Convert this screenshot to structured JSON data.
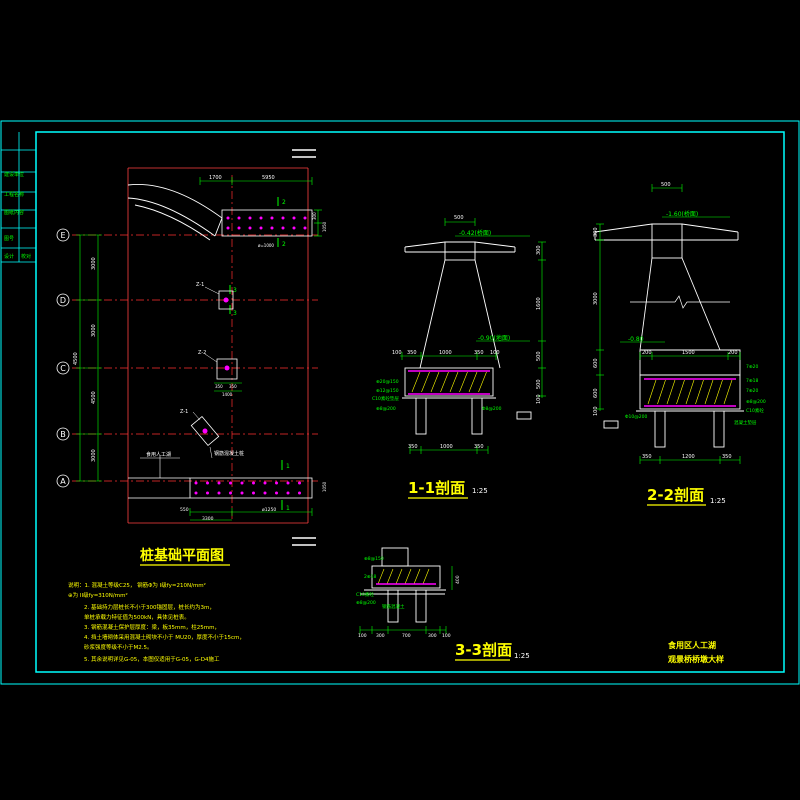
{
  "colors": {
    "background": "#000000",
    "frame": "#00ffff",
    "outline": "#ffffff",
    "axis": "#ff3030",
    "dimension": "#00ff00",
    "rebar": "#ffff00",
    "pile": "#ff00ff"
  },
  "title_block": {
    "cells": [
      "建设单位",
      "工程名称",
      "图纸内容",
      "图号",
      "设计",
      "校对"
    ]
  },
  "plan": {
    "title": "桩基础平面图",
    "axes": [
      "E",
      "D",
      "C",
      "B",
      "A"
    ],
    "axis_spacings": [
      "3000",
      "3000",
      "4500",
      "3000"
    ],
    "axis_total": "4500",
    "top_dims": [
      "1700",
      "5950"
    ],
    "bottom_dims": [
      "550",
      "3300",
      "ø1250"
    ],
    "right_dims": [
      "300",
      "1050",
      "1050"
    ],
    "pile_label": "ø=1000",
    "z_labels": [
      "Z-1",
      "Z-2",
      "Z-1"
    ],
    "section_marks": [
      "2",
      "2",
      "3",
      "3",
      "1",
      "1"
    ],
    "small_dims": [
      "350",
      "350",
      "1400"
    ],
    "notes_labels": [
      "食用人工湖",
      "钢筋混凝土桩"
    ],
    "notes": [
      "说明：1. 混凝土等级C25，  钢筋Φ为 I级fy=210N/mm²",
      "         ⊕为 II级fy=310N/mm²",
      "2. 基础持力层桩长不小于300锚固层，桩长约为3m，",
      "   单桩承载力特征值为500kN，具体见桩表。",
      "3. 钢筋混凝土保护层厚度：梁，板35mm，柱25mm，",
      "4. 挡土墙砌体采用混凝土砌块不小于 MU20，厚度不小于15cm，",
      "   砂浆强度等级不小于M2.5。",
      "5. 其余说明详见G-05，本图仅适用于G-05，G-D4施工"
    ]
  },
  "section_1": {
    "title": "1-1剖面",
    "scale": "1:25",
    "dims_top": "500",
    "level_top": "-0.42(桥面)",
    "level_mid": "-0.90(地面)",
    "dims_mid": [
      "100",
      "350",
      "1000",
      "350",
      "100"
    ],
    "dims_bottom": [
      "350",
      "1000",
      "350"
    ],
    "dims_vert": [
      "300",
      "1600",
      "500",
      "500",
      "100"
    ],
    "concrete": "C10素砼垫层",
    "rebar_labels": [
      "⊕20@150",
      "⊕12@150",
      "⊕8@200",
      "Φ8@200"
    ]
  },
  "section_2": {
    "title": "2-2剖面",
    "scale": "1:25",
    "dims_top": "500",
    "level_top": "-1.60(桥面)",
    "level_mid": "-0.80",
    "dims_mid": [
      "200",
      "1500",
      "200"
    ],
    "dims_bottom": [
      "350",
      "1200",
      "350"
    ],
    "dims_vert": [
      "300",
      "3000",
      "600",
      "600",
      "100"
    ],
    "concrete": "C10素砼",
    "rebar_labels": [
      "7⊕20",
      "7⊕18",
      "7⊕20",
      "⊕8@200",
      "Φ10@200",
      "混凝土垫层"
    ]
  },
  "section_3": {
    "title": "3-3剖面",
    "scale": "1:25",
    "concrete": "C10素砼",
    "rebar_labels": [
      "⊕8@150",
      "2⊕18",
      "⊕8@200",
      "钢筋混凝土"
    ],
    "dims_bottom": [
      "100",
      "300",
      "700",
      "300",
      "100"
    ],
    "dims_vert": [
      "400"
    ]
  },
  "project": {
    "line1": "食用区人工湖",
    "line2": "观景桥桥墩大样"
  }
}
